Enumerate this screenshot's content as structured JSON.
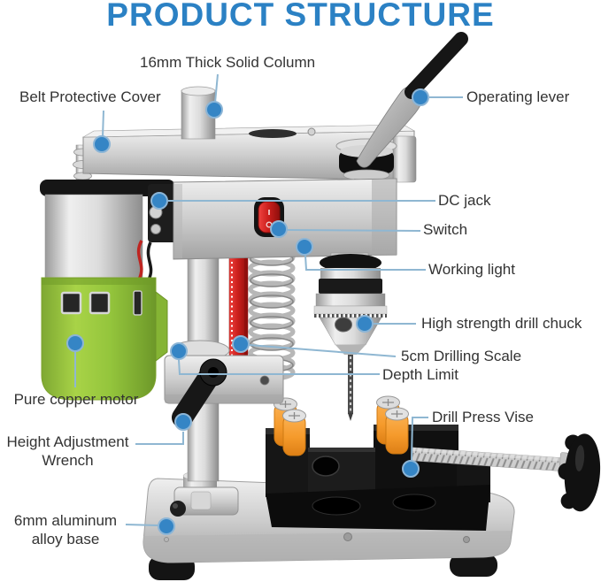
{
  "title": "PRODUCT STRUCTURE",
  "colors": {
    "title_style": "color:#2b81c4",
    "title_blue": "#2b81c4",
    "leader_line": "#8fb7d2",
    "marker_dot": "#3585c5",
    "label_text": "#333333",
    "motor_green": "#95c53c",
    "scale_red": "#c6201d",
    "grip_orange": "#f59b2c",
    "switch_red": "#d8201c"
  },
  "labels": [
    {
      "id": "column",
      "text": "16mm Thick Solid Column"
    },
    {
      "id": "belt-cover",
      "text": "Belt Protective Cover"
    },
    {
      "id": "operating-lever",
      "text": "Operating lever"
    },
    {
      "id": "dc-jack",
      "text": "DC jack"
    },
    {
      "id": "switch",
      "text": "Switch"
    },
    {
      "id": "working-light",
      "text": "Working light"
    },
    {
      "id": "drill-chuck",
      "text": "High strength drill chuck"
    },
    {
      "id": "drilling-scale",
      "text": "5cm Drilling Scale"
    },
    {
      "id": "depth-limit",
      "text": "Depth Limit"
    },
    {
      "id": "drill-press-vise",
      "text": "Drill Press Vise"
    },
    {
      "id": "motor",
      "text": "Pure copper motor"
    },
    {
      "id": "wrench",
      "text": "Height Adjustment Wrench"
    },
    {
      "id": "base",
      "text": "6mm aluminum alloy base"
    }
  ]
}
